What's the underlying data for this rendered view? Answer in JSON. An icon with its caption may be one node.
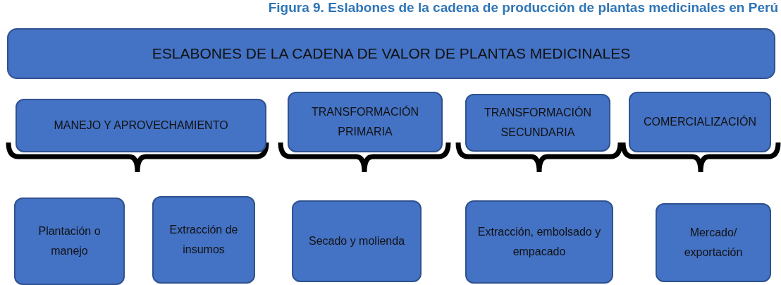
{
  "diagram": {
    "title": "Figura 9. Eslabones de la cadena de producción de plantas medicinales en Perú",
    "nodes": [
      {
        "text": [
          "ESLABONES DE LA CADENA DE VALOR DE PLANTAS MEDICINALES"
        ]
      },
      {
        "text": [
          "MANEJO Y APROVECHAMIENTO"
        ]
      },
      {
        "text": [
          "TRANSFORMACIÓN PRIMARIA"
        ]
      },
      {
        "text": [
          "TRANSFORMACIÓN SECUNDARIA"
        ]
      },
      {
        "text": [
          "COMERCIALIZACIÓN"
        ]
      },
      {
        "text": [
          "Plantación o manejo"
        ]
      },
      {
        "text": [
          "Extracción de insumos"
        ]
      },
      {
        "text": [
          "Secado y molienda"
        ]
      },
      {
        "text": [
          "Extracción, embolsado y empacado"
        ]
      },
      {
        "text": [
          "Mercado/ exportación"
        ]
      }
    ]
  }
}
